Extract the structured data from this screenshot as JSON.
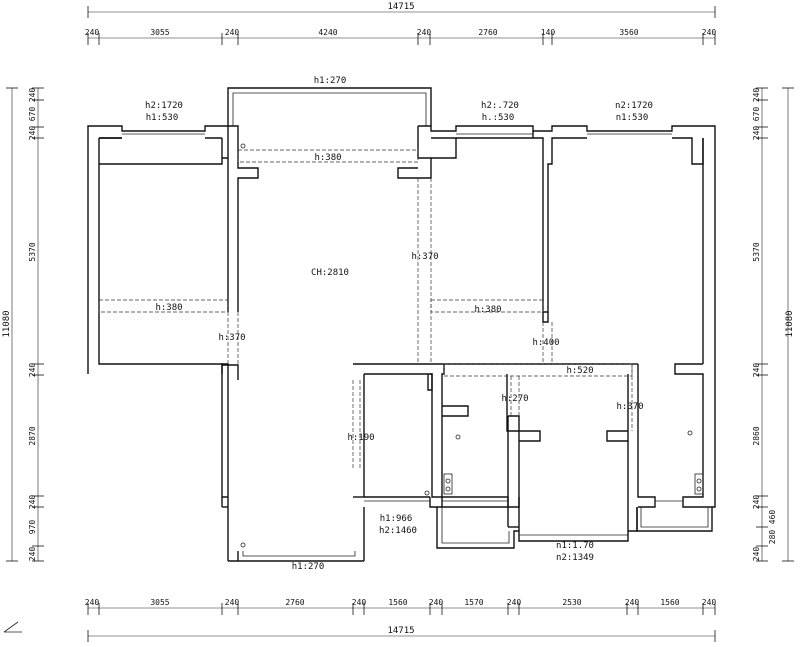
{
  "dimensions": {
    "top_total": "14715",
    "bottom_total": "14715",
    "left_total": "11080",
    "right_total": "11080",
    "top_segments": [
      "240",
      "3055",
      "240",
      "4240",
      "240",
      "2760",
      "140",
      "3560",
      "240"
    ],
    "bottom_segments": [
      "240",
      "3055",
      "240",
      "2760",
      "240",
      "1560",
      "240",
      "1570",
      "240",
      "2530",
      "240",
      "1560",
      "240"
    ],
    "left_segments": [
      "240",
      "670",
      "240",
      "5370",
      "240",
      "2870",
      "240",
      "970",
      "240"
    ],
    "right_segments": [
      "240",
      "670",
      "240",
      "5370",
      "240",
      "2860",
      "240",
      "460",
      "280",
      "240"
    ]
  },
  "labels": {
    "h1_top": "h1:270",
    "h1_bottom": "h1:270",
    "win_left_h2": "h2:1720",
    "win_left_h1": "h1:530",
    "win_mid_h2": "h2:.720",
    "win_mid_h1": "h.:530",
    "win_right_h2": "n2:1720",
    "win_right_h1": "n1:530",
    "beam_top": "h:380",
    "ceiling_height": "CH:2810",
    "beam_mid_v": "h:370",
    "beam_left_room": "h:380",
    "beam_mid_room": "h:380",
    "beam_left_wall": "h:370",
    "beam_right_v": "h:400",
    "beam_right_h": "h:520",
    "beam_corridor": "h:270",
    "beam_right_small": "h:370",
    "beam_kitchen": "h:190",
    "door_h1": "h1:966",
    "door_h2": "h2:1460",
    "window_n1": "n1:1.70",
    "window_n2": "n2:1349"
  }
}
